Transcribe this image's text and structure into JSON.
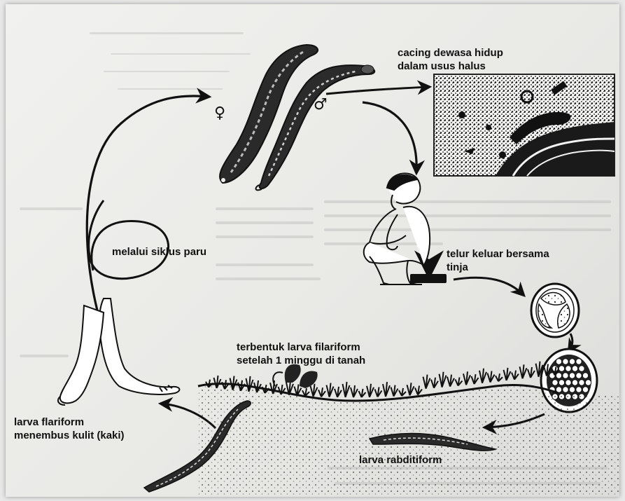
{
  "labels": {
    "adult_worms": [
      "cacing dewasa hidup",
      "dalam usus halus"
    ],
    "female_symbol": "♀",
    "male_symbol": "♂",
    "lung_cycle": "melalui siklus paru",
    "eggs_out": [
      "telur keluar bersama",
      "tinja"
    ],
    "filariform_formed": [
      "terbentuk larva filariform",
      "setelah 1 minggu di tanah"
    ],
    "filariform_penetrates": [
      "larva flariform",
      "menembus kulit (kaki)"
    ],
    "rhabditiform": "larva rabditiform"
  },
  "colors": {
    "ink": "#111111",
    "paper": "#eeeeec",
    "background": "#e8e8e8"
  },
  "icons": [
    "female-worm-icon",
    "male-worm-icon",
    "intestine-micrograph-icon",
    "squatting-person-icon",
    "stool-icon",
    "egg-early-icon",
    "egg-morula-icon",
    "rhabditiform-larva-icon",
    "filariform-larva-icon",
    "soil-icon",
    "legs-icon"
  ]
}
